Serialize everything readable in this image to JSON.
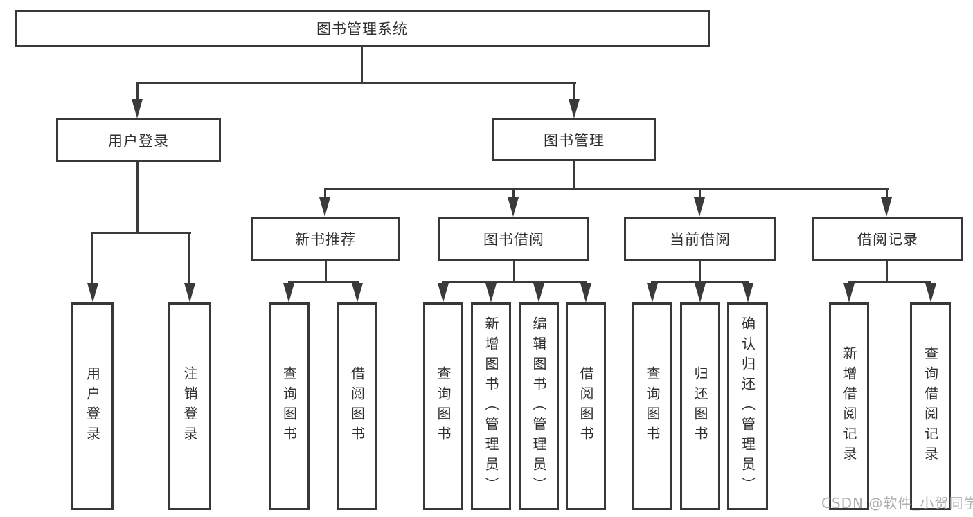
{
  "diagram_title": "图书管理系统",
  "watermark": "CSDN @软件_小贺同学",
  "colors": {
    "line": "#3a3a3a",
    "border": "#383838",
    "text": "#2f2f2f",
    "watermark": "#a0a0a0",
    "background": "#ffffff"
  },
  "nodes": {
    "root": {
      "label": "图书管理系统"
    },
    "userLogin": {
      "label": "用户登录"
    },
    "bookMgmt": {
      "label": "图书管理"
    },
    "login": {
      "label": "用户登录"
    },
    "logout": {
      "label": "注销登录"
    },
    "newRec": {
      "label": "新书推荐"
    },
    "bookBorrow": {
      "label": "图书借阅"
    },
    "currentBorrow": {
      "label": "当前借阅"
    },
    "borrowRecord": {
      "label": "借阅记录"
    },
    "nrQuery": {
      "label": "查询图书"
    },
    "nrBorrow": {
      "label": "借阅图书"
    },
    "bbQuery": {
      "label": "查询图书"
    },
    "bbAdd": {
      "label": "新增图书（管理员）"
    },
    "bbEdit": {
      "label": "编辑图书（管理员）"
    },
    "bbBorrow": {
      "label": "借阅图书"
    },
    "cbQuery": {
      "label": "查询图书"
    },
    "cbReturn": {
      "label": "归还图书"
    },
    "cbConfirm": {
      "label": "确认归还（管理员）"
    },
    "brAdd": {
      "label": "新增借阅记录"
    },
    "brQuery": {
      "label": "查询借阅记录"
    }
  },
  "hierarchy": {
    "图书管理系统": {
      "用户登录": [
        "用户登录",
        "注销登录"
      ],
      "图书管理": {
        "新书推荐": [
          "查询图书",
          "借阅图书"
        ],
        "图书借阅": [
          "查询图书",
          "新增图书（管理员）",
          "编辑图书（管理员）",
          "借阅图书"
        ],
        "当前借阅": [
          "查询图书",
          "归还图书",
          "确认归还（管理员）"
        ],
        "借阅记录": [
          "新增借阅记录",
          "查询借阅记录"
        ]
      }
    }
  }
}
